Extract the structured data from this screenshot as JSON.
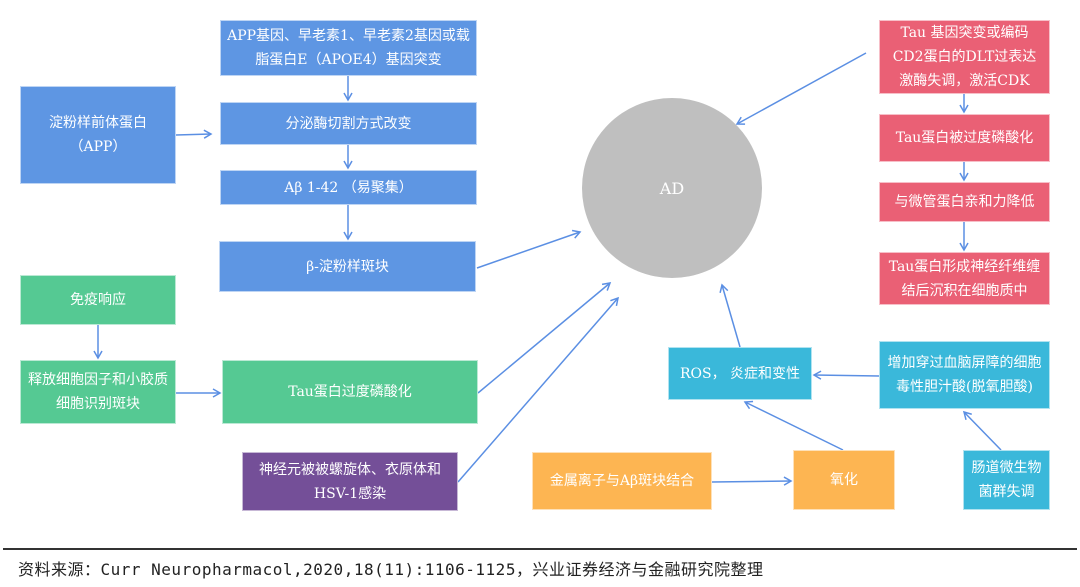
{
  "center": {
    "label": "AD"
  },
  "amyloid_pathway": {
    "app": "淀粉样前体蛋白（APP）",
    "gene_mutation": "APP基因、早老素1、早老素2基因或载脂蛋白E（APOE4）基因突变",
    "secretase": "分泌酶切割方式改变",
    "abeta": "Aβ 1-42 （易聚集）",
    "plaque": "β-淀粉样斑块"
  },
  "immune_pathway": {
    "immune": "免疫响应",
    "release": "释放细胞因子和小胶质细胞识别斑块",
    "tau_hyper": "Tau蛋白过度磷酸化"
  },
  "infection": {
    "label": "神经元被被螺旋体、衣原体和HSV-1感染"
  },
  "tau_pathway": {
    "mutation": "Tau 基因突变或编码CD2蛋白的DLT过表达激酶失调，激活CDK",
    "phospho": "Tau蛋白被过度磷酸化",
    "affinity": "与微管蛋白亲和力降低",
    "tangles": "Tau蛋白形成神经纤维缠结后沉积在细胞质中"
  },
  "gut_pathway": {
    "ros": "ROS， 炎症和变性",
    "bile": "增加穿过血脑屏障的细胞毒性胆汁酸(脱氧胆酸)",
    "microbe": "肠道微生物菌群失调"
  },
  "metal_pathway": {
    "metal": "金属离子与Aβ斑块结合",
    "oxidation": "氧化"
  },
  "footer": {
    "source": "资料来源：Curr Neuropharmacol,2020,18(11):1106-1125，兴业证券经济与金融研究院整理"
  },
  "colors": {
    "amyloid": "#5E96E3",
    "immune": "#55C993",
    "infection": "#744F98",
    "tau": "#EA6075",
    "gut": "#3AB8DA",
    "metal": "#FDB552",
    "center": "#BFBFBF",
    "arrow": "#5B8FE3"
  }
}
